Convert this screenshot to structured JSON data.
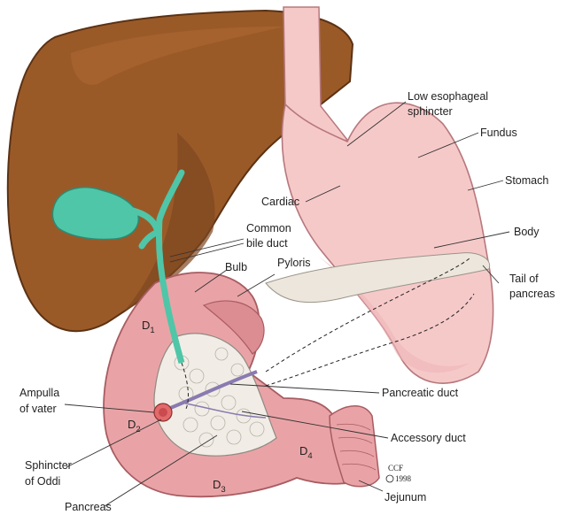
{
  "labels": {
    "low_esophageal_sphincter": [
      "Low esophageal",
      "sphincter"
    ],
    "fundus": "Fundus",
    "stomach": "Stomach",
    "cardiac": "Cardiac",
    "common_bile_duct": [
      "Common",
      "bile duct"
    ],
    "body": "Body",
    "bulb": "Bulb",
    "pyloris": "Pyloris",
    "tail_of_pancreas": [
      "Tail of",
      "pancreas"
    ],
    "ampulla_of_vater": [
      "Ampulla",
      "of vater"
    ],
    "pancreatic_duct": "Pancreatic duct",
    "accessory_duct": "Accessory duct",
    "sphincter_of_oddi": [
      "Sphincter",
      "of Oddi"
    ],
    "pancreas": "Pancreas",
    "jejunum": "Jejunum"
  },
  "segments": {
    "d1": {
      "letter": "D",
      "num": "1"
    },
    "d2": {
      "letter": "D",
      "num": "2"
    },
    "d3": {
      "letter": "D",
      "num": "3"
    },
    "d4": {
      "letter": "D",
      "num": "4"
    }
  },
  "credit": {
    "mark": "CCF",
    "year": "1998"
  },
  "colors": {
    "liver": "#9a5a28",
    "liver_shadow": "#7e4620",
    "gallbladder": "#4fc6a8",
    "stomach": "#f6c9c9",
    "duodenum": "#e9a3a6",
    "pancreas": "#f1ede6"
  }
}
